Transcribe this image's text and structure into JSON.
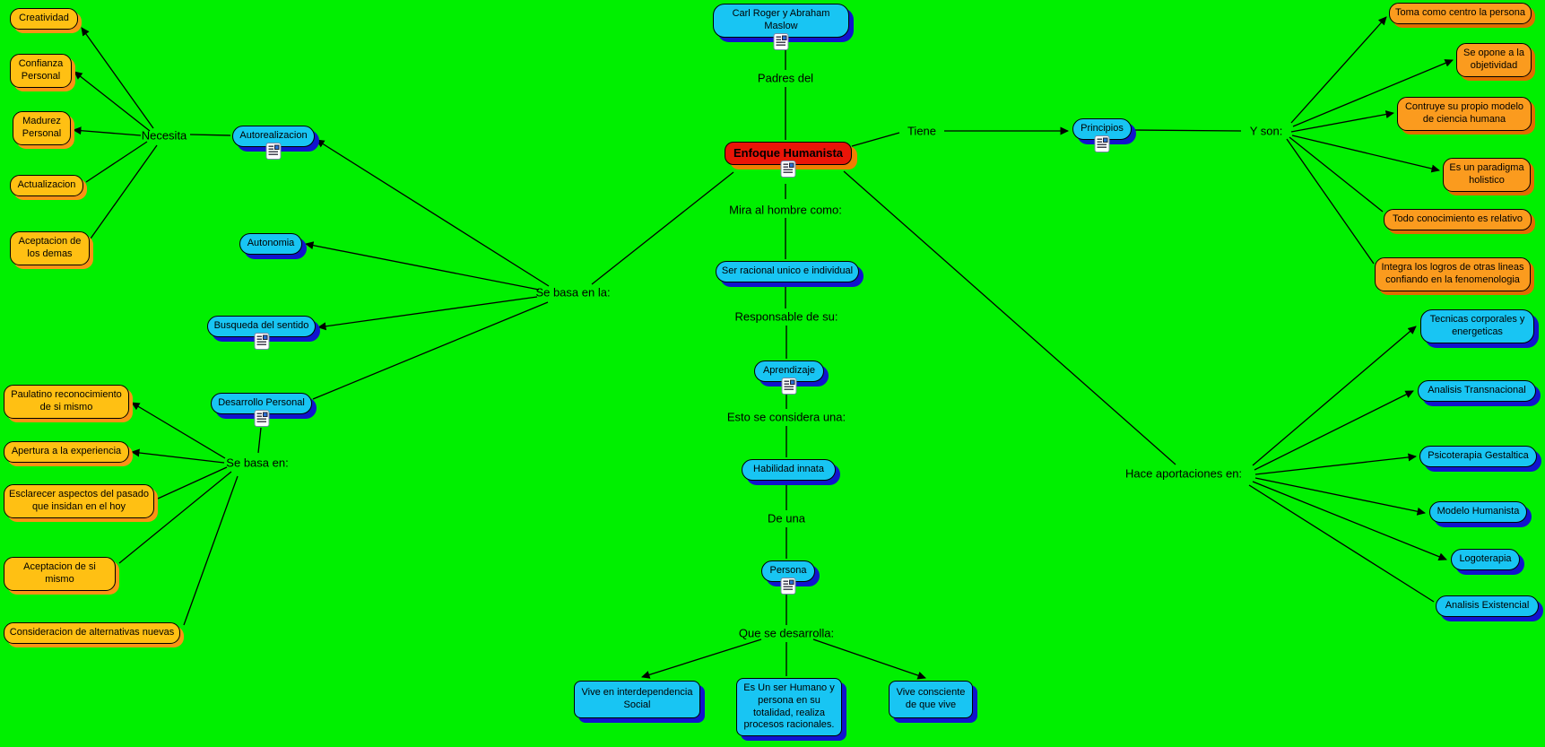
{
  "map": {
    "title": "Enfoque Humanista concept map",
    "palette": {
      "background": "#00f000",
      "concept_blue": "#18c5f3",
      "concept_blue_shadow": "#1113ce",
      "concept_red": "#ea1508",
      "concept_red_shadow": "#f07d02",
      "concept_orange": "#fb9b1e",
      "concept_orange_shadow": "#e06c00",
      "concept_gold": "#ffc013",
      "concept_gold_shadow": "#fb9215",
      "line_color": "#000000"
    },
    "concepts": {
      "carl": {
        "label": "Carl Roger y Abraham Maslow"
      },
      "enfoque": {
        "label": "Enfoque Humanista"
      },
      "principios": {
        "label": "Principios"
      },
      "autorealizacion": {
        "label": "Autorealizacion"
      },
      "autonomia": {
        "label": "Autonomia"
      },
      "busqueda": {
        "label": "Busqueda del sentido"
      },
      "desarrollo": {
        "label": "Desarrollo Personal"
      },
      "ser_racional": {
        "label": "Ser racional unico e individual"
      },
      "aprendizaje": {
        "label": "Aprendizaje"
      },
      "habilidad": {
        "label": "Habilidad innata"
      },
      "persona": {
        "label": "Persona"
      },
      "vive_inter": {
        "label": "Vive en interdependencia Social"
      },
      "es_un_ser": {
        "label": "Es Un ser Humano y persona en su totalidad, realiza procesos racionales."
      },
      "vive_consciente": {
        "label": "Vive consciente de que vive"
      },
      "creatividad": {
        "label": "Creatividad"
      },
      "confianza": {
        "label": "Confianza Personal"
      },
      "madurez": {
        "label": "Madurez Personal"
      },
      "actualizacion": {
        "label": "Actualizacion"
      },
      "aceptacion_demas": {
        "label": "Aceptacion de los demas"
      },
      "paulatino": {
        "label": "Paulatino reconocimiento de si mismo"
      },
      "apertura": {
        "label": "Apertura a la experiencia"
      },
      "esclarecer": {
        "label": "Esclarecer aspectos del pasado que insidan en el hoy"
      },
      "aceptacion_si": {
        "label": "Aceptacion de si mismo"
      },
      "consideracion": {
        "label": "Consideracion de alternativas nuevas"
      },
      "toma_centro": {
        "label": "Toma como centro la persona"
      },
      "se_opone": {
        "label": "Se opone a la objetividad"
      },
      "contruye": {
        "label": "Contruye su propio modelo de ciencia humana"
      },
      "paradigma": {
        "label": "Es un paradigma holistico"
      },
      "todo_conocimiento": {
        "label": "Todo conocimiento es relativo"
      },
      "integra": {
        "label": "Integra los logros de otras lineas confiando en la fenomenologia"
      },
      "tecnicas": {
        "label": "Tecnicas corporales y energeticas"
      },
      "analisis_trans": {
        "label": "Analisis Transnacional"
      },
      "psicoterapia": {
        "label": "Psicoterapia Gestaltica"
      },
      "modelo": {
        "label": "Modelo Humanista"
      },
      "logoterapia": {
        "label": "Logoterapia"
      },
      "analisis_exist": {
        "label": "Analisis Existencial"
      }
    },
    "link_labels": {
      "padres": "Padres del",
      "tiene": "Tiene",
      "y_son": "Y son:",
      "mira": "Mira al hombre como:",
      "responsable": "Responsable de su:",
      "esto": "Esto se considera una:",
      "de_una": "De una",
      "que": "Que se desarrolla:",
      "se_basa_la": "Se basa en la:",
      "necesita": "Necesita",
      "se_basa_en": "Se basa en:",
      "hace": "Hace aportaciones en:"
    }
  }
}
